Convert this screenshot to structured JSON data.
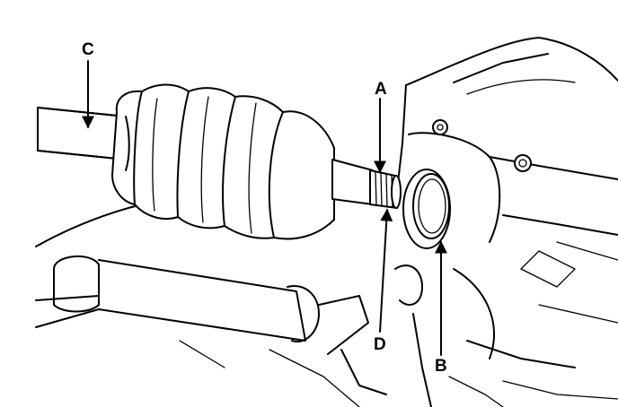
{
  "diagram": {
    "callouts": [
      {
        "id": "A",
        "label": "A"
      },
      {
        "id": "B",
        "label": "B"
      },
      {
        "id": "C",
        "label": "C"
      },
      {
        "id": "D",
        "label": "D"
      }
    ],
    "colors": {
      "line": "#000000",
      "background": "#ffffff"
    }
  }
}
